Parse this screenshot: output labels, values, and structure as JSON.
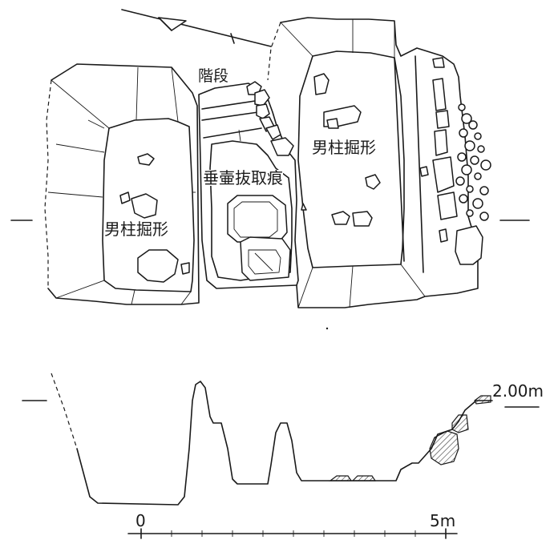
{
  "labels": {
    "stairs": "階段",
    "pillar_pit_left": "男柱掘形",
    "pillar_pit_right": "男柱掘形",
    "removal_trace": "垂壷抜取痕"
  },
  "section": {
    "elevation_label": "2.00m"
  },
  "scale_bar": {
    "start_label": "0",
    "end_label": "5m"
  }
}
